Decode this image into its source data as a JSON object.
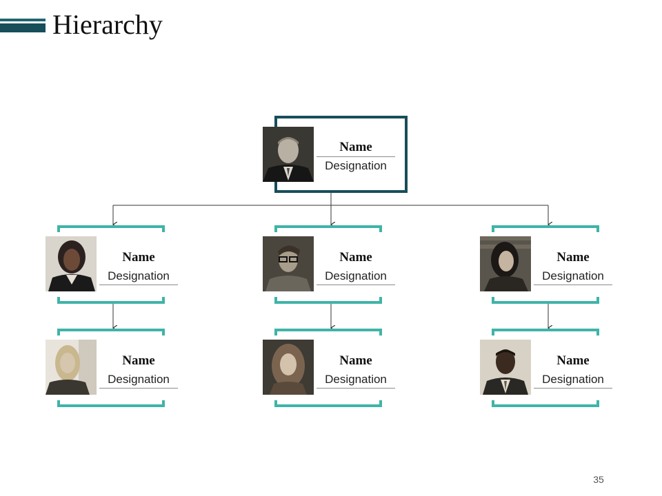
{
  "title": "Hierarchy",
  "page_number": "35",
  "colors": {
    "accent_dark": "#174e5a",
    "accent_teal": "#3fb4a8",
    "connector": "#333333"
  },
  "root": {
    "name": "Name",
    "designation": "Designation",
    "photo_icon": "man-portrait-icon"
  },
  "level2": [
    {
      "name": "Name",
      "designation": "Designation",
      "photo_icon": "woman-portrait-icon"
    },
    {
      "name": "Name",
      "designation": "Designation",
      "photo_icon": "man-glasses-portrait-icon"
    },
    {
      "name": "Name",
      "designation": "Designation",
      "photo_icon": "woman-portrait-icon"
    }
  ],
  "level3": [
    {
      "name": "Name",
      "designation": "Designation",
      "photo_icon": "woman-portrait-icon"
    },
    {
      "name": "Name",
      "designation": "Designation",
      "photo_icon": "woman-portrait-icon"
    },
    {
      "name": "Name",
      "designation": "Designation",
      "photo_icon": "man-portrait-icon"
    }
  ]
}
